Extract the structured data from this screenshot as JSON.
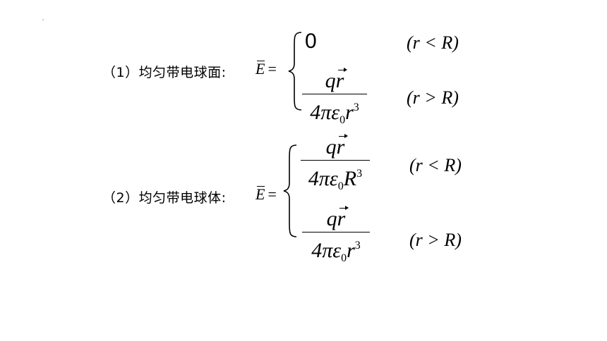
{
  "case1": {
    "label": "（1）均匀带电球面:",
    "lhs_symbol": "E",
    "equals": "=",
    "zero": "0",
    "numerator_q": "q",
    "numerator_r": "r",
    "denominator_main": "4πε",
    "denominator_sub": "0",
    "denominator_var": "r",
    "denominator_sup": "3",
    "cond_inside": "(r < R)",
    "cond_outside": "(r > R)"
  },
  "case2": {
    "label": "（2）均匀带电球体:",
    "lhs_symbol": "E",
    "equals": "=",
    "frac1_numerator_q": "q",
    "frac1_numerator_r": "r",
    "frac1_denominator_main": "4πε",
    "frac1_denominator_sub": "0",
    "frac1_denominator_var": "R",
    "frac1_denominator_sup": "3",
    "frac2_numerator_q": "q",
    "frac2_numerator_r": "r",
    "frac2_denominator_main": "4πε",
    "frac2_denominator_sub": "0",
    "frac2_denominator_var": "r",
    "frac2_denominator_sup": "3",
    "cond_inside": "(r < R)",
    "cond_outside": "(r > R)"
  }
}
